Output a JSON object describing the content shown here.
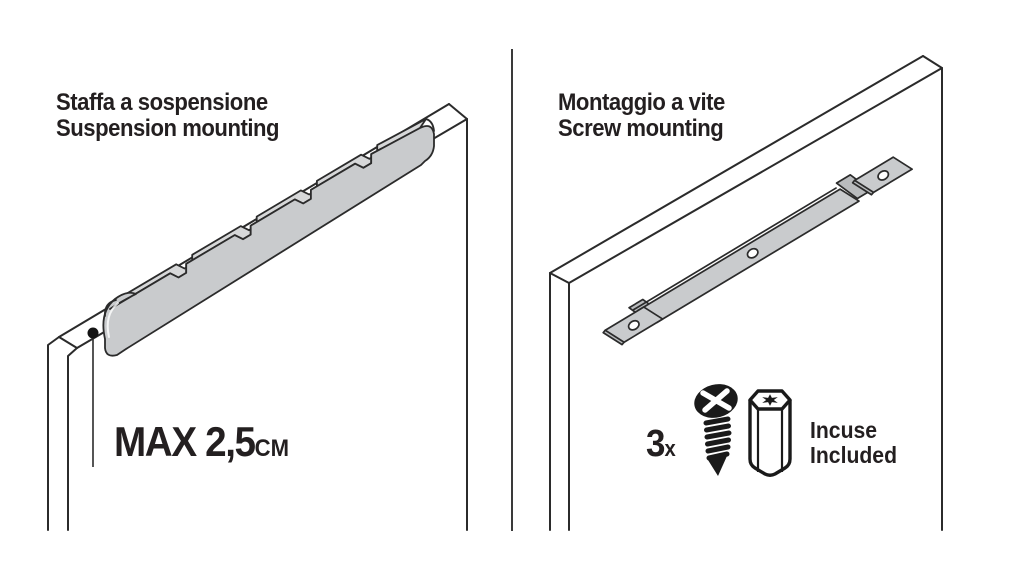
{
  "page": {
    "background_color": "#ffffff",
    "outline_color": "#2b2b2b",
    "divider_color": "#3a3a3a",
    "bracket_gray": "#c9cbcd",
    "bracket_gray_light": "#d7d8d9",
    "bracket_gray_dark": "#b9bbbd",
    "icons": [
      "phillips-screw-icon",
      "hex-standoff-icon",
      "suspension-bracket-drawing",
      "screw-bracket-drawing",
      "measure-dot"
    ]
  },
  "left_section": {
    "title_line1": "Staffa a sospensione",
    "title_line2": "Suspension mounting",
    "max_value": "MAX 2,5",
    "max_unit": "CM"
  },
  "right_section": {
    "title_line1": "Montaggio a vite",
    "title_line2": "Screw mounting",
    "quantity": "3",
    "quantity_suffix": "x",
    "included_line1": "Incuse",
    "included_line2": "Included"
  }
}
